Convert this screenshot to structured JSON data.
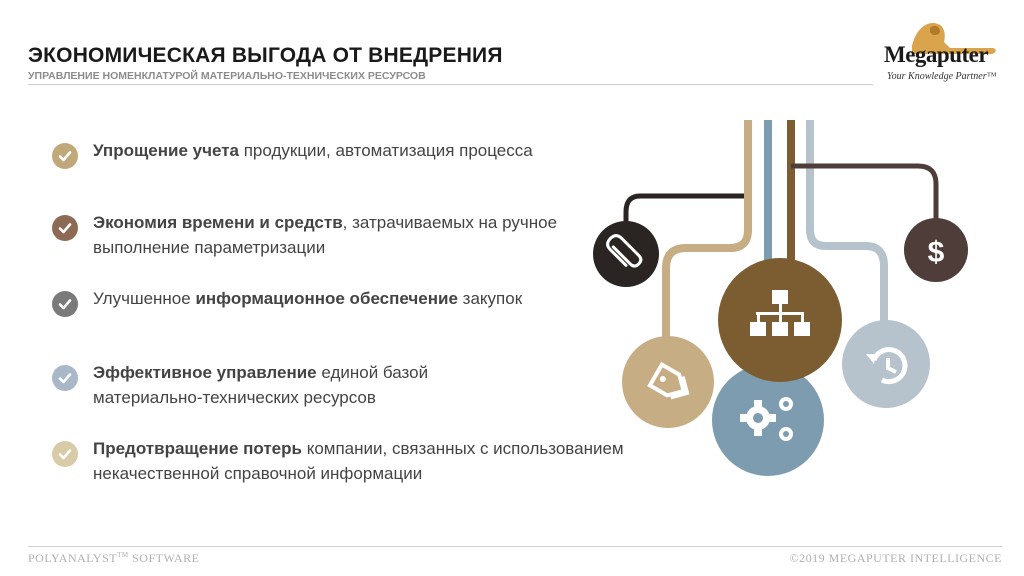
{
  "header": {
    "title": "ЭКОНОМИЧЕСКАЯ ВЫГОДА ОТ ВНЕДРЕНИЯ",
    "subtitle": "УПРАВЛЕНИЕ НОМЕНКЛАТУРОЙ МАТЕРИАЛЬНО-ТЕХНИЧЕСКИХ РЕСУРСОВ"
  },
  "logo": {
    "name": "Megaputer",
    "tagline": "Your Knowledge Partner™"
  },
  "benefits": [
    {
      "bold": "Упрощение учета",
      "rest": " продукции, автоматизация процесса",
      "color": "#c0a87a",
      "pre": ""
    },
    {
      "bold": "Экономия времени и средств",
      "rest": ", затрачиваемых на ручное выполнение параметризации",
      "color": "#8c6a55",
      "pre": ""
    },
    {
      "pre": "Улучшенное ",
      "bold": "информационное обеспечение",
      "rest": " закупок",
      "color": "#7a7a7a"
    },
    {
      "bold": "Эффективное управление",
      "rest": " единой базой материально-технических ресурсов",
      "color": "#a8b8c8",
      "pre": ""
    },
    {
      "bold": "Предотвращение потерь",
      "rest": " компании, связанных с использованием некачественной справочной информации",
      "color": "#d8cba8",
      "pre": ""
    }
  ],
  "graphic_icons": [
    "paperclip-icon",
    "tag-icon",
    "hierarchy-icon",
    "gears-icon",
    "history-icon",
    "dollar-icon"
  ],
  "colors": {
    "tan": "#c6ad84",
    "brown": "#7c5d32",
    "steel": "#7d9cb0",
    "dark": "#2a2523",
    "darkbrown": "#4e3d39",
    "lightgray": "#b6c3cc"
  },
  "footer": {
    "left": "POLYANALYST",
    "left_sup": "TM",
    "left_after": " SOFTWARE",
    "right": "©2019 MEGAPUTER INTELLIGENCE"
  }
}
